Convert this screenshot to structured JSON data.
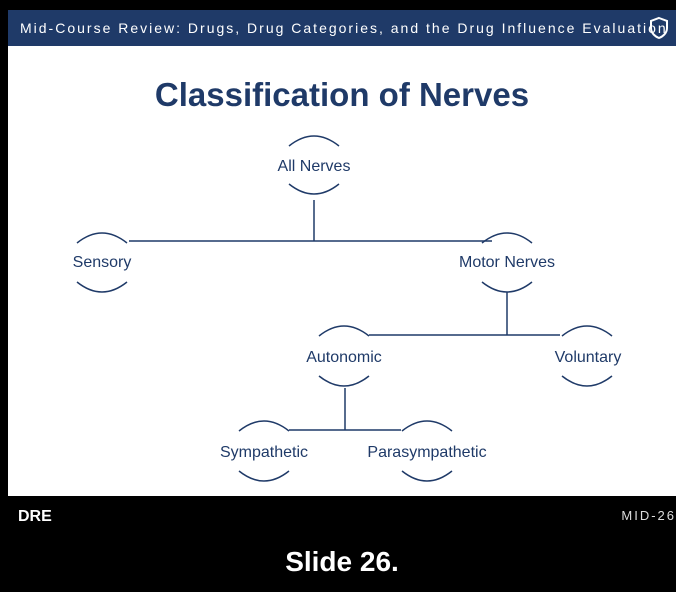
{
  "header": {
    "title": "Mid-Course Review: Drugs, Drug Categories, and the Drug Influence Evaluation",
    "icon": "shield-icon"
  },
  "slide": {
    "title": "Classification of Nerves",
    "nodes": {
      "all_nerves": "All Nerves",
      "sensory": "Sensory",
      "motor_nerves": "Motor Nerves",
      "autonomic": "Autonomic",
      "voluntary": "Voluntary",
      "sympathetic": "Sympathetic",
      "parasympathetic": "Parasympathetic"
    }
  },
  "footer": {
    "logo_text": "DRE",
    "slide_code": "MID-26"
  },
  "caption": "Slide 26.",
  "colors": {
    "header_bg": "#1f3a68",
    "diagram_blue": "#1f3a68",
    "footer_bg": "#000000"
  }
}
